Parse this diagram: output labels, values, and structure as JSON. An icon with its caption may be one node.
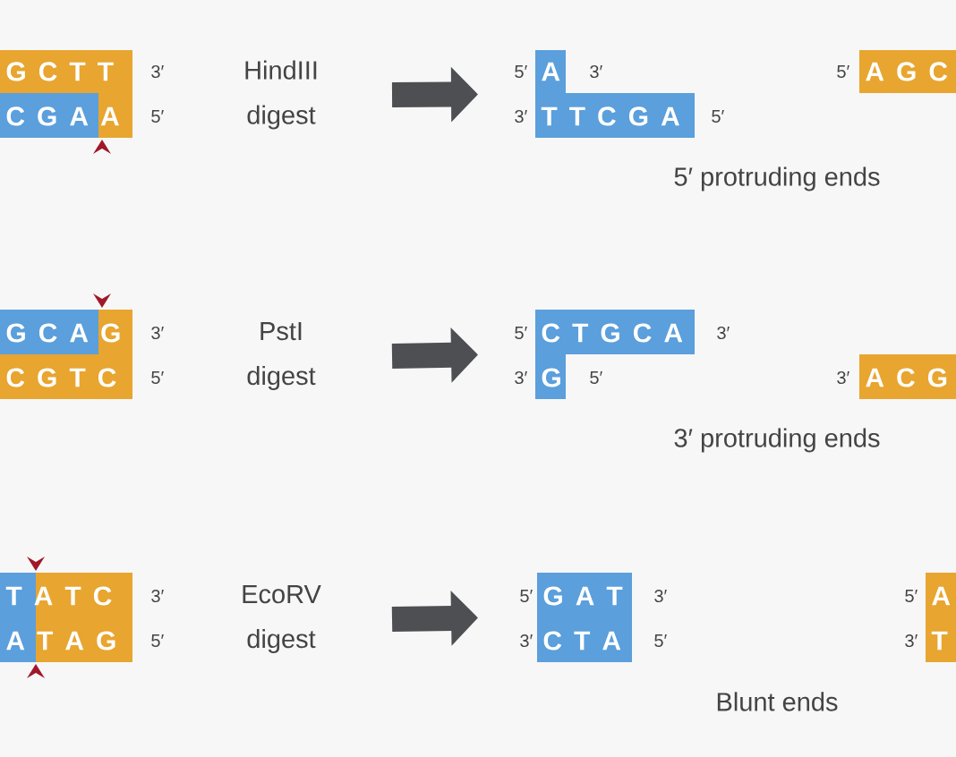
{
  "diagram": {
    "nodes": [
      {
        "text": [
          "G C T T",
          "C G A A"
        ],
        "beside": [
          "3′",
          "5′"
        ]
      },
      {
        "text": [
          "HindIII digest"
        ]
      },
      {
        "text": [
          "A",
          "T T C G A"
        ],
        "beside": [
          "5′",
          "3′",
          "5′"
        ]
      },
      {
        "text": [
          "A G C"
        ],
        "beside": [
          "5′"
        ]
      },
      {
        "text": [
          "G C A G",
          "C G T C"
        ],
        "beside": [
          "3′",
          "5′"
        ]
      },
      {
        "text": [
          "PstI digest"
        ]
      },
      {
        "text": [
          "C T G C A",
          "G"
        ],
        "beside": [
          "5′",
          "3′",
          "3′"
        ]
      },
      {
        "text": [
          "A C G"
        ],
        "beside": [
          "3′"
        ]
      },
      {
        "text": [
          "T A T C",
          "A T A G"
        ],
        "beside": [
          "3′",
          "5′"
        ]
      },
      {
        "text": [
          "EcoRV digest"
        ]
      },
      {
        "text": [
          "G A T",
          "C T A"
        ],
        "beside": [
          "5′",
          "3′",
          "3′",
          "5′"
        ]
      },
      {
        "text": [
          "A",
          "T"
        ],
        "beside": [
          "5′",
          "3′"
        ]
      }
    ],
    "edges": [
      {
        "from": 1,
        "to": 2,
        "arrow": "to"
      },
      {
        "from": 5,
        "to": 6,
        "arrow": "to"
      },
      {
        "from": 9,
        "to": 10,
        "arrow": "to"
      }
    ],
    "labels": [
      "3′",
      "5′ protruding ends",
      "5′",
      "3′ protruding ends",
      "Blunt ends"
    ]
  }
}
